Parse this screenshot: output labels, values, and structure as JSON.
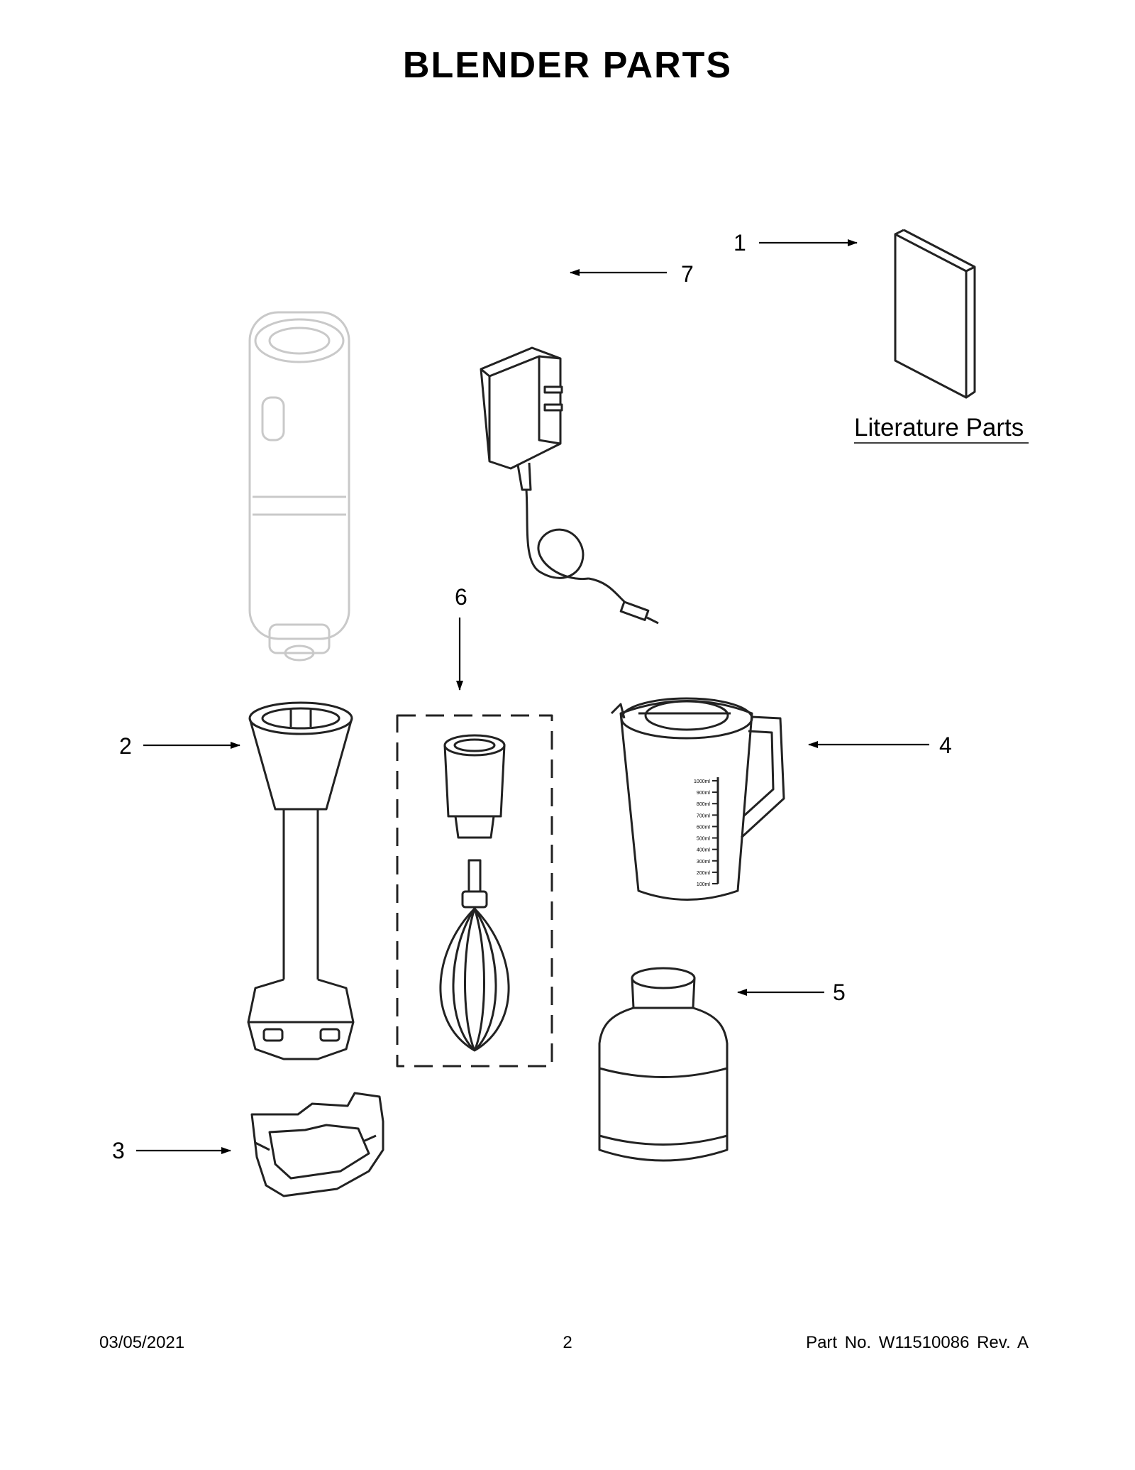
{
  "title": "BLENDER PARTS",
  "callouts": [
    "1",
    "2",
    "3",
    "4",
    "5",
    "6",
    "7"
  ],
  "literature_label": "Literature Parts",
  "jug_scale": [
    "1000ml",
    "900ml",
    "800ml",
    "700ml",
    "600ml",
    "500ml",
    "400ml",
    "300ml",
    "200ml",
    "100ml"
  ],
  "footer": {
    "date": "03/05/2021",
    "page": "2",
    "part_no": "Part No.  W11510086  Rev.  A"
  }
}
